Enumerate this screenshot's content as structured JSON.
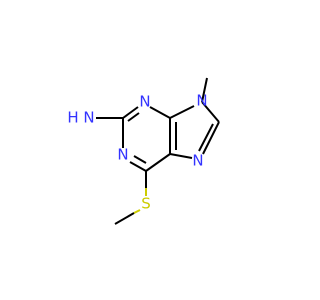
{
  "molecule": {
    "atoms": {
      "n9": {
        "label": "N"
      },
      "methyl_n9_h": {
        "label": ""
      },
      "nh2_h": {
        "label": "H"
      },
      "nh2_n": {
        "label": "N"
      },
      "n3": {
        "label": "N"
      },
      "n1": {
        "label": "N"
      },
      "n7": {
        "label": "N"
      },
      "s": {
        "label": "S"
      }
    },
    "colors": {
      "nitrogen": "#3333ff",
      "sulfur": "#cccc00",
      "bond": "#000000"
    }
  }
}
